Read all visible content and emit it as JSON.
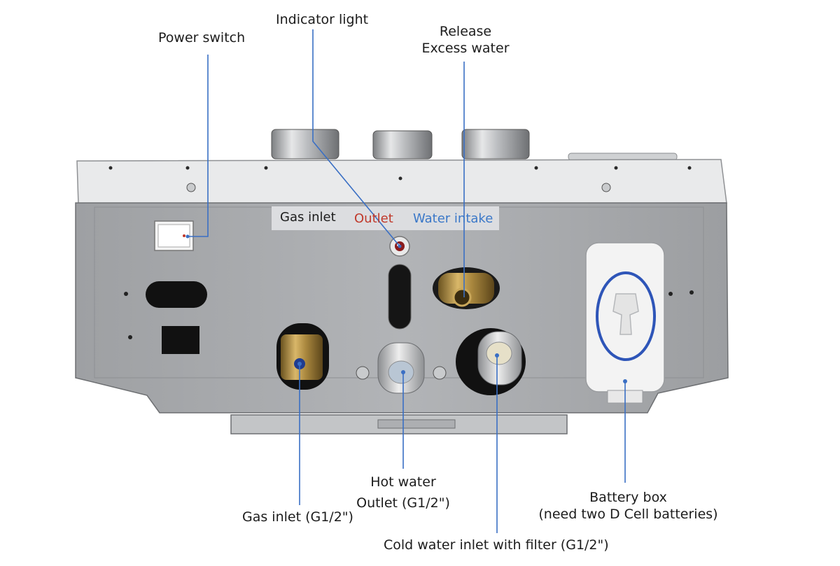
{
  "labels": {
    "power_switch": "Power switch",
    "indicator_light": "Indicator light",
    "release_line1": "Release",
    "release_line2": "Excess water",
    "gas_inlet_bottom": "Gas inlet (G1/2\")",
    "hot_water_line1": "Hot water",
    "hot_water_line2": "Outlet (G1/2\")",
    "cold_water": "Cold water inlet  with filter (G1/2\")",
    "battery_line1": "Battery box",
    "battery_line2": "(need two D Cell batteries)"
  },
  "plate": {
    "gas_inlet": "Gas inlet",
    "outlet": "Outlet",
    "water_intake": "Water intake"
  },
  "colors": {
    "callout_line": "#3a6fc4",
    "outlet_text": "#c0392b",
    "water_intake_text": "#3b78c8",
    "battery_ring": "#2e55b8",
    "panel": "#a9abae",
    "top_plate": "#e9eaeb"
  }
}
